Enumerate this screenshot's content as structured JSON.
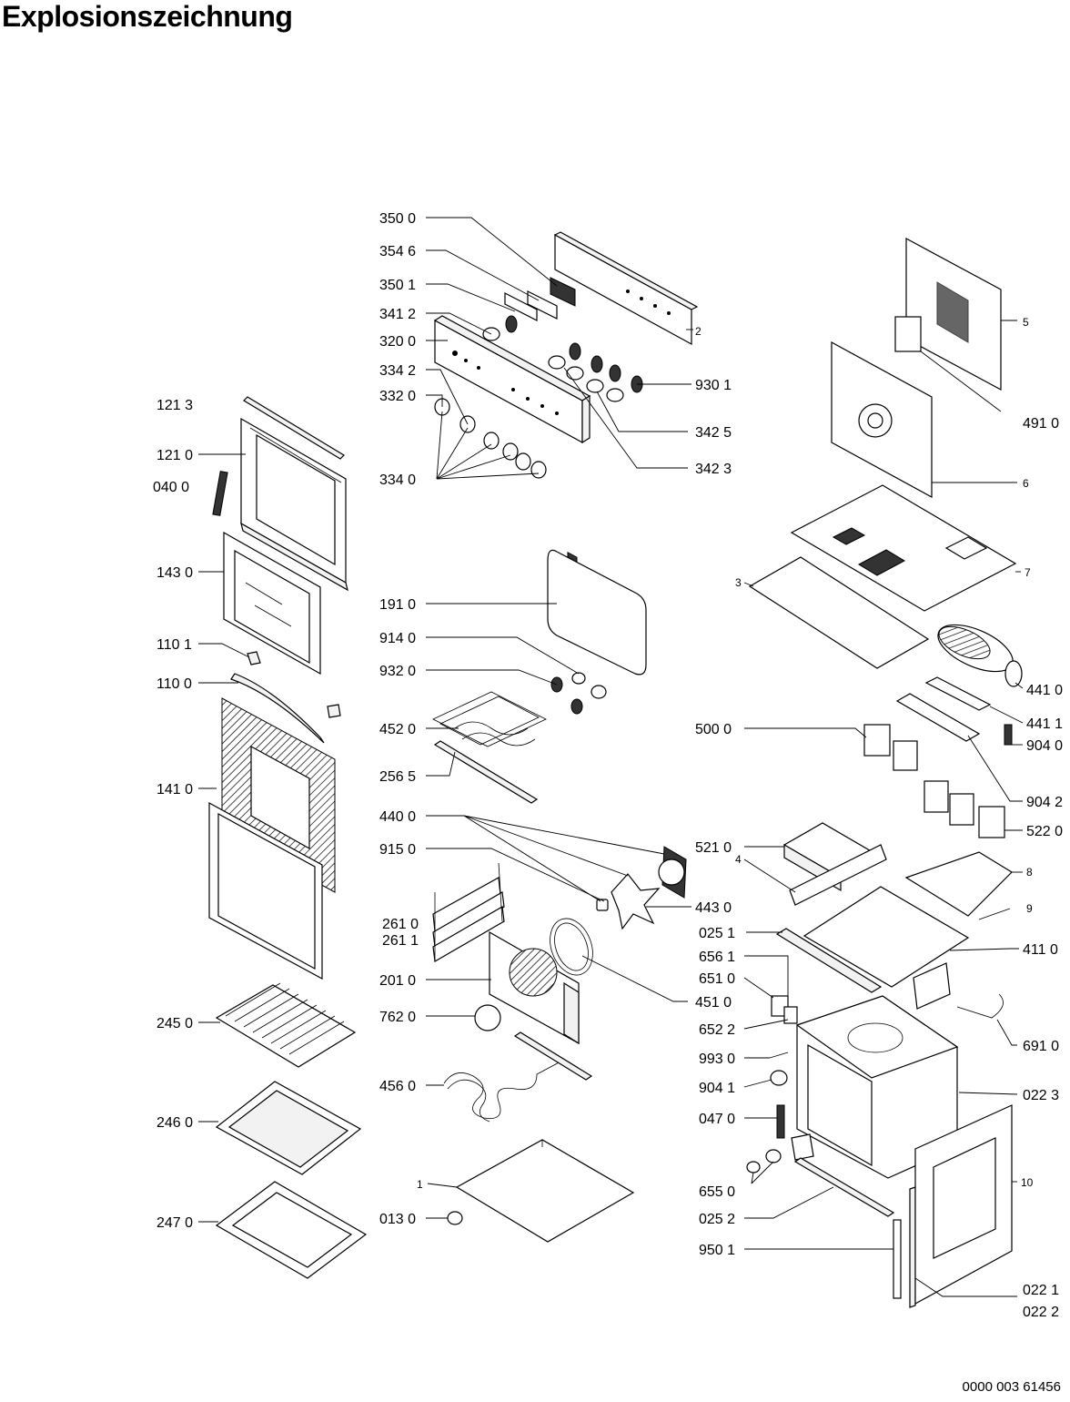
{
  "title": "Explosionszeichnung",
  "document_number": "0000 003 61456",
  "labels": {
    "l_350_0": "350 0",
    "l_354_6": "354 6",
    "l_350_1": "350 1",
    "l_341_2": "341 2",
    "l_320_0": "320 0",
    "l_334_2": "334 2",
    "l_332_0": "332 0",
    "l_334_0": "334 0",
    "l_2": "2",
    "l_930_1": "930 1",
    "l_342_5": "342 5",
    "l_342_3": "342 3",
    "l_121_3": "121 3",
    "l_121_0": "121 0",
    "l_040_0": "040 0",
    "l_143_0": "143 0",
    "l_110_1": "110 1",
    "l_110_0": "110 0",
    "l_141_0": "141 0",
    "l_245_0": "245 0",
    "l_246_0": "246 0",
    "l_247_0": "247 0",
    "l_191_0": "191 0",
    "l_914_0": "914 0",
    "l_932_0": "932 0",
    "l_452_0": "452 0",
    "l_256_5": "256 5",
    "l_440_0": "440 0",
    "l_915_0": "915 0",
    "l_443_0": "443 0",
    "l_261_0": "261 0",
    "l_261_1": "261 1",
    "l_201_0": "201 0",
    "l_451_0": "451 0",
    "l_762_0": "762 0",
    "l_456_0": "456 0",
    "l_1": "1",
    "l_013_0": "013 0",
    "l_5": "5",
    "l_491_0": "491 0",
    "l_6": "6",
    "l_7": "7",
    "l_3": "3",
    "l_441_0": "441 0",
    "l_441_1": "441 1",
    "l_500_0": "500 0",
    "l_904_0": "904 0",
    "l_904_2": "904 2",
    "l_521_0": "521 0",
    "l_522_0": "522 0",
    "l_4": "4",
    "l_8": "8",
    "l_9": "9",
    "l_025_1": "025 1",
    "l_656_1": "656 1",
    "l_651_0": "651 0",
    "l_411_0": "411 0",
    "l_652_2": "652 2",
    "l_691_0": "691 0",
    "l_993_0": "993 0",
    "l_904_1": "904 1",
    "l_022_3": "022 3",
    "l_047_0": "047 0",
    "l_655_0": "655 0",
    "l_10": "10",
    "l_025_2": "025 2",
    "l_950_1": "950 1",
    "l_022_1": "022 1",
    "l_022_2": "022 2"
  }
}
